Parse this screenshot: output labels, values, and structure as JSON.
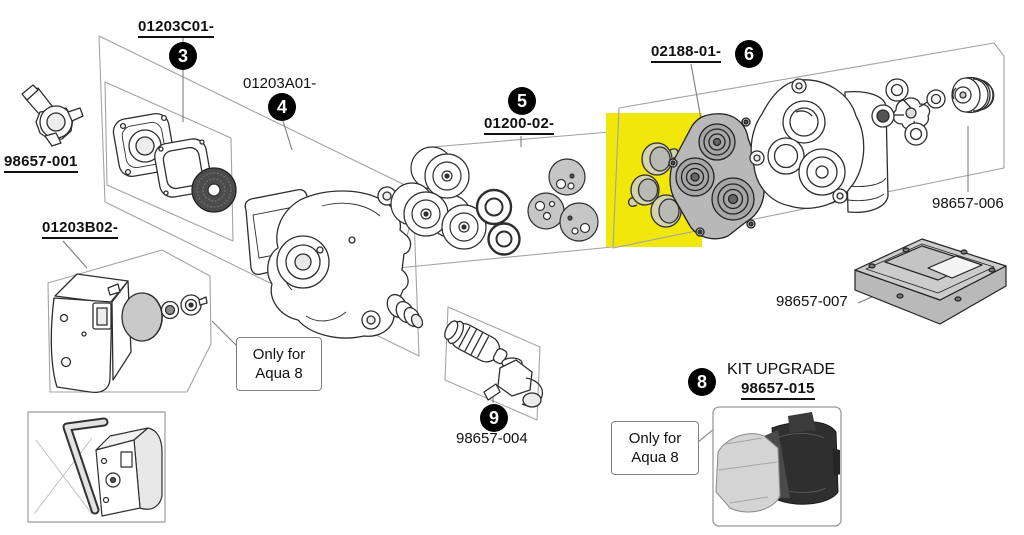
{
  "diagram": {
    "highlight": {
      "color": "#F2E70A"
    },
    "parts": {
      "inlet_fitting": {
        "code": "98657-001"
      },
      "kit_head": {
        "code": "01203C01-",
        "callout": "3"
      },
      "housing": {
        "code": "01203A01-",
        "callout": "4"
      },
      "pressure_switch": {
        "code": "01203B02-"
      },
      "diaphragm_kit": {
        "code": "01200-02-",
        "callout": "5"
      },
      "valve_kit": {
        "code": "02188-01-",
        "callout": "6"
      },
      "cam_bearing": {
        "code": "98657-006"
      },
      "base_plate": {
        "code": "98657-007"
      },
      "fittings_kit": {
        "code": "98657-004",
        "callout": "9"
      },
      "upgrade_kit": {
        "callout": "8",
        "title": "KIT UPGRADE",
        "code": "98657-015"
      }
    },
    "notes": {
      "only_for_line1": "Only for",
      "only_for_line2": "Aqua 8"
    }
  }
}
